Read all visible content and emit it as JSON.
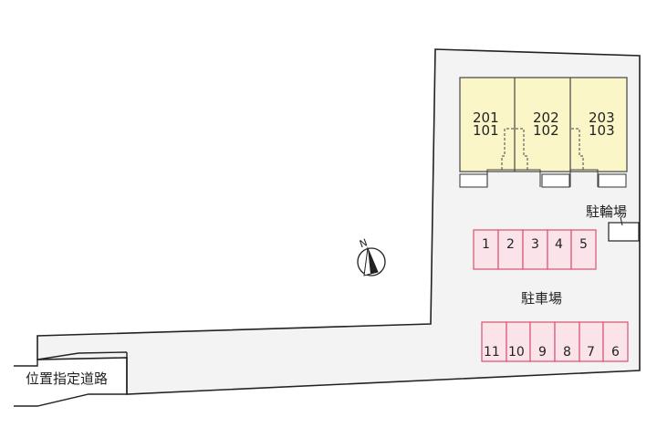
{
  "site_plan": {
    "colors": {
      "lot_fill": "#f3f3f3",
      "outline": "#222222",
      "building_fill": "#fbf6c8",
      "parking_fill": "#fbe3ea",
      "parking_stroke": "#d9536e"
    },
    "building": {
      "units": [
        {
          "upper": "201",
          "lower": "101"
        },
        {
          "upper": "202",
          "lower": "102"
        },
        {
          "upper": "203",
          "lower": "103"
        }
      ]
    },
    "bicycle_parking": {
      "label": "駐輪場"
    },
    "parking": {
      "label": "駐車場",
      "row_top": [
        "1",
        "2",
        "3",
        "4",
        "5"
      ],
      "row_bottom": [
        "11",
        "10",
        "9",
        "8",
        "7",
        "6"
      ]
    },
    "road": {
      "label": "位置指定道路"
    },
    "compass": {
      "label": "N",
      "icon": "north-arrow-icon"
    }
  }
}
